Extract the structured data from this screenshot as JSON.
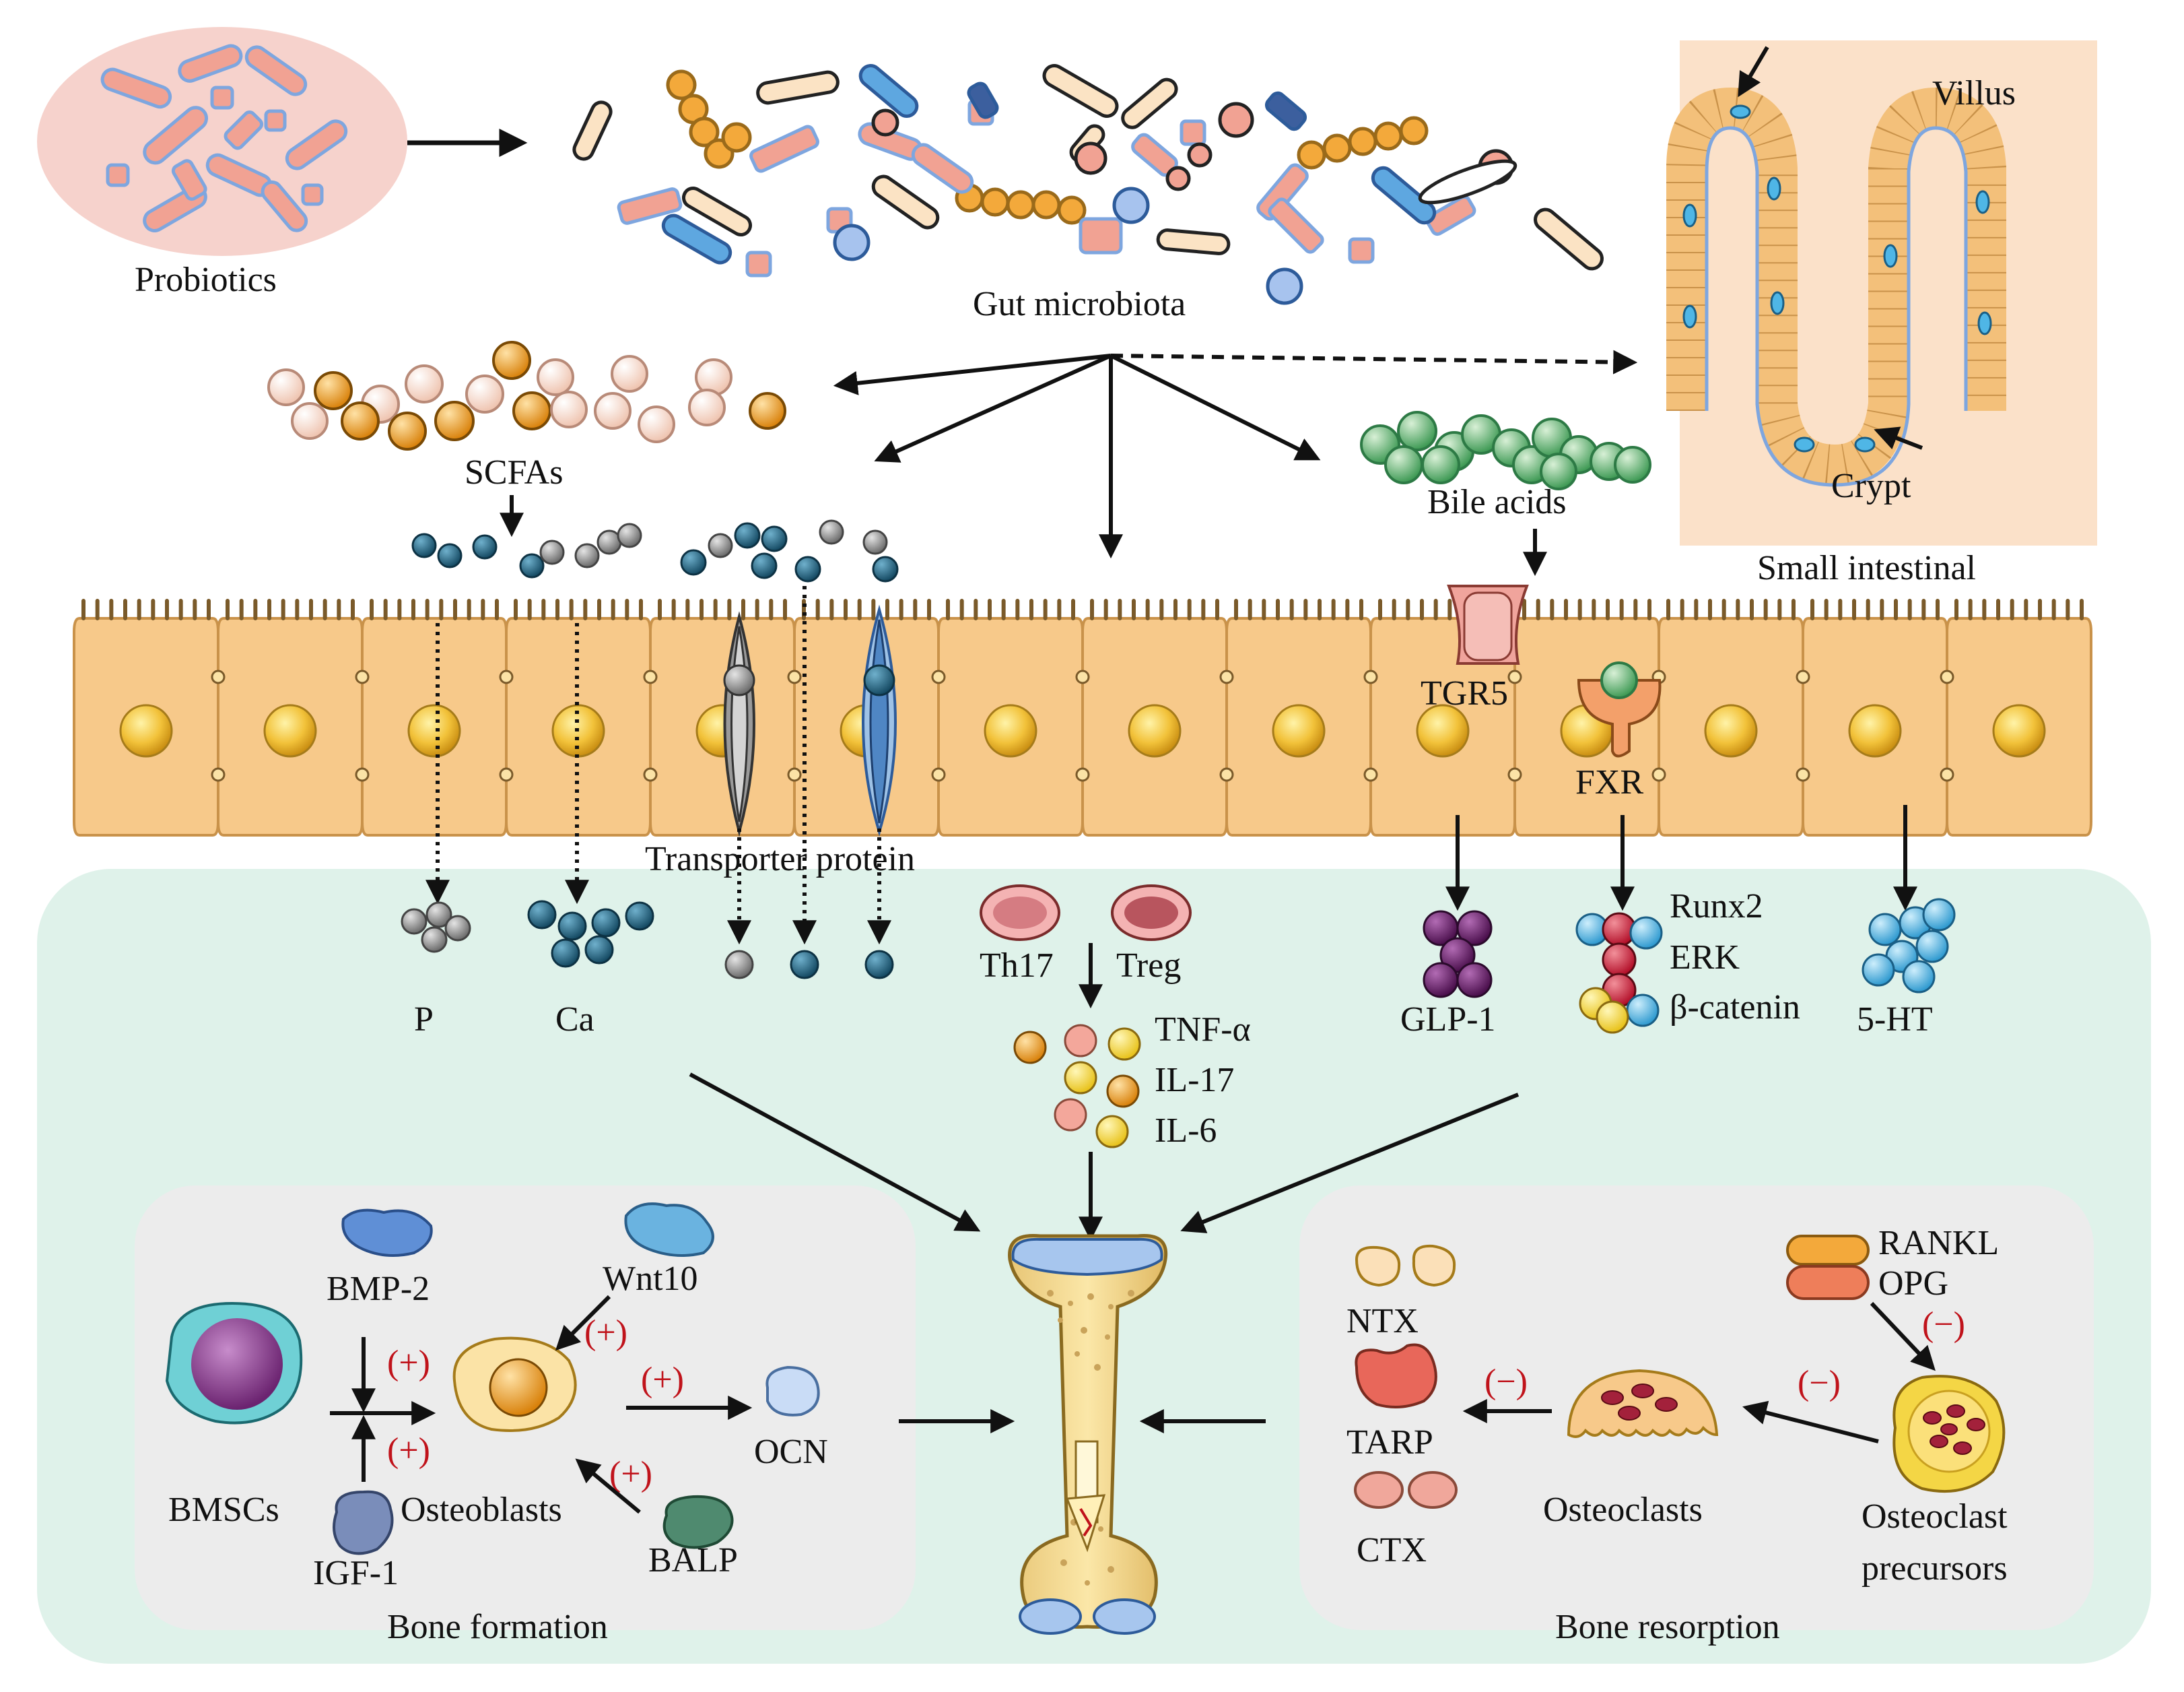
{
  "labels": {
    "probiotics": "Probiotics",
    "gut_microbiota": "Gut microbiota",
    "villus": "Villus",
    "crypt": "Crypt",
    "small_intestinal": "Small intestinal",
    "scfas": "SCFAs",
    "bile_acids": "Bile acids",
    "tgr5": "TGR5",
    "fxr": "FXR",
    "transporter_protein": "Transporter protein",
    "p": "P",
    "ca": "Ca",
    "th17": "Th17",
    "treg": "Treg",
    "tnf_alpha": "TNF-α",
    "il17": "IL-17",
    "il6": "IL-6",
    "glp1": "GLP-1",
    "runx2": "Runx2",
    "erk": "ERK",
    "beta_catenin": "β-catenin",
    "ht5": "5-HT",
    "bmp2": "BMP-2",
    "wnt10": "Wnt10",
    "bmscs": "BMSCs",
    "osteoblasts": "Osteoblasts",
    "igf1": "IGF-1",
    "balp": "BALP",
    "ocn": "OCN",
    "bone_formation": "Bone formation",
    "ntx": "NTX",
    "tarp": "TARP",
    "ctx": "CTX",
    "rankl": "RANKL",
    "opg": "OPG",
    "osteoclasts": "Osteoclasts",
    "osteoclast_precursors_1": "Osteoclast",
    "osteoclast_precursors_2": "precursors",
    "bone_resorption": "Bone resorption",
    "plus": "(+)",
    "minus": "(−)"
  },
  "colors": {
    "probiotic_bg": "#f6d2cc",
    "cell_fill": "#f7c98a",
    "cell_stroke": "#c9924a",
    "nucleus": "#f2c23a",
    "lower_panel": "#dff2ea",
    "sub_panel": "#ececec",
    "villus_bg": "#fbe1c9",
    "scfa_orange": "#e8920f",
    "scfa_pale": "#f8d9c8",
    "mineral_teal": "#1f5b78",
    "mineral_gray": "#8c8c8c",
    "bile_green": "#6dbb7a",
    "glp1_purple": "#6a1f6b",
    "ht5_blue": "#4fb6e6",
    "plus_minus_red": "#c0131b"
  }
}
